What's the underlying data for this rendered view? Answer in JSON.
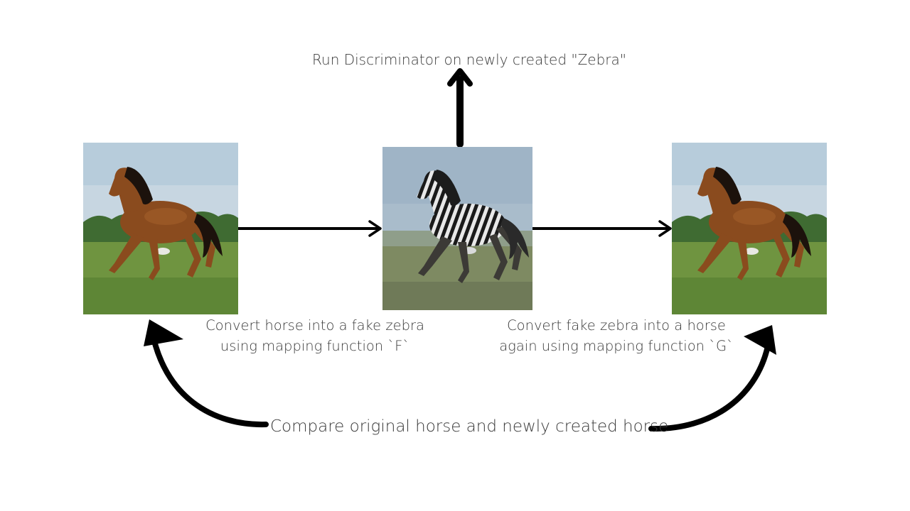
{
  "labels": {
    "discriminator": "Run Discriminator on newly created \"Zebra\"",
    "mapping_f_line1": "Convert horse into a fake zebra",
    "mapping_f_line2": "using mapping function `F`",
    "mapping_g_line1": "Convert fake zebra into a horse",
    "mapping_g_line2": "again using mapping function `G`",
    "compare": "Compare original horse and newly created horse"
  },
  "images": [
    {
      "name": "original horse photo",
      "depicts": "brown horse galloping on grass"
    },
    {
      "name": "fake zebra photo",
      "depicts": "zebra-striped horse galloping on grass"
    },
    {
      "name": "reconstructed horse photo",
      "depicts": "brown horse galloping on grass"
    }
  ],
  "colors": {
    "sky": "#c3d3df",
    "grass": "#6f9440",
    "trees": "#3f6b32",
    "horse": "#8a4b1e",
    "arrow": "#000000"
  }
}
